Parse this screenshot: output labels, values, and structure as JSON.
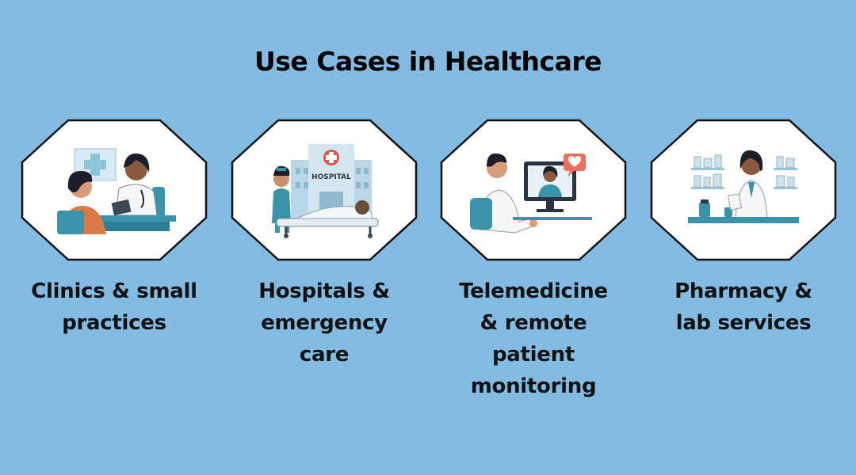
{
  "title": "Use Cases in Healthcare",
  "cards": [
    {
      "label": "Clinics & small\npractices",
      "icon": "clinic-consultation-icon"
    },
    {
      "label": "Hospitals &\nemergency\ncare",
      "icon": "hospital-icon"
    },
    {
      "label": "Telemedicine\n& remote\npatient\nmonitoring",
      "icon": "telemedicine-icon"
    },
    {
      "label": "Pharmacy &\nlab services",
      "icon": "pharmacy-icon"
    }
  ],
  "hospital_sign": "HOSPITAL",
  "colors": {
    "background": "#84BBE2",
    "teal": "#3A93A8",
    "skin": "#E0A886",
    "dark_skin": "#8A5A3C",
    "hair": "#1E1E2A"
  }
}
